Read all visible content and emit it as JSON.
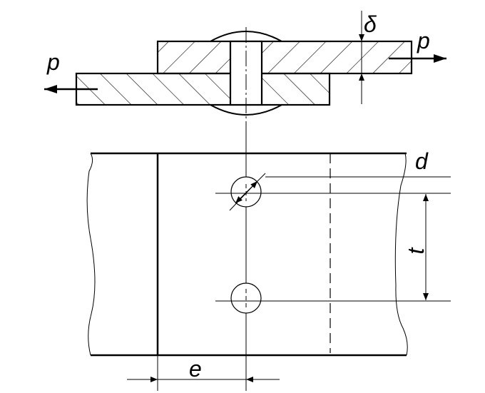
{
  "diagram": {
    "labels": {
      "force_left": "p",
      "force_right": "p",
      "thickness": "δ",
      "diameter": "d",
      "pitch": "t",
      "edge_distance": "e"
    },
    "colors": {
      "line": "#000000",
      "background": "#ffffff"
    }
  }
}
